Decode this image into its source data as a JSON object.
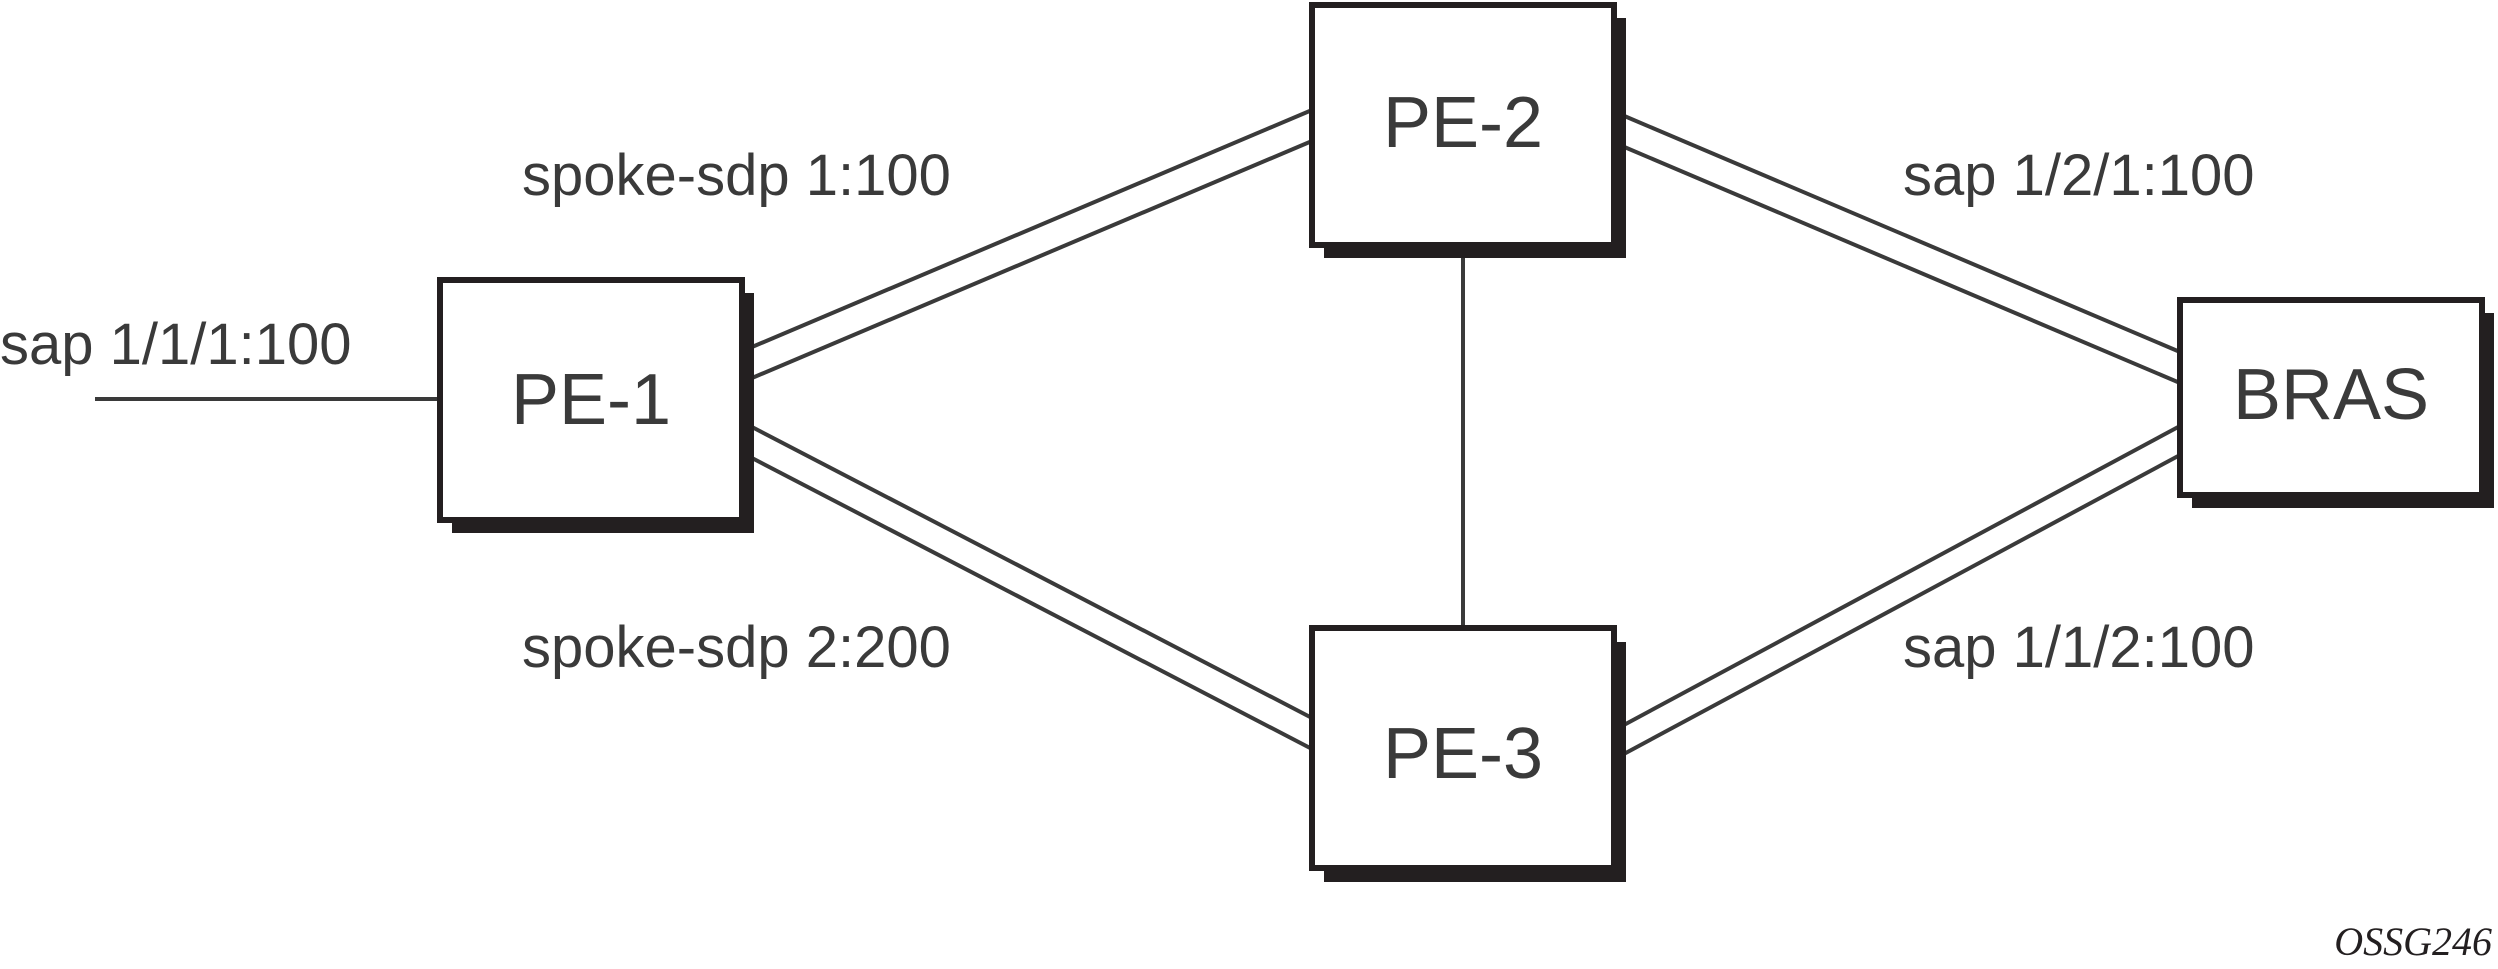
{
  "nodes": {
    "pe1": {
      "label": "PE-1"
    },
    "pe2": {
      "label": "PE-2"
    },
    "pe3": {
      "label": "PE-3"
    },
    "bras": {
      "label": "BRAS"
    }
  },
  "links": {
    "access": {
      "label": "sap 1/1/1:100"
    },
    "pe1_pe2": {
      "label": "spoke-sdp 1:100"
    },
    "pe1_pe3": {
      "label": "spoke-sdp 2:200"
    },
    "pe2_bras": {
      "label": "sap 1/2/1:100"
    },
    "pe3_bras": {
      "label": "sap 1/1/2:100"
    }
  },
  "figure_id": "OSSG246",
  "colors": {
    "line": "#3a3a3a",
    "box_border": "#231f20",
    "text": "#3a3a3a"
  }
}
